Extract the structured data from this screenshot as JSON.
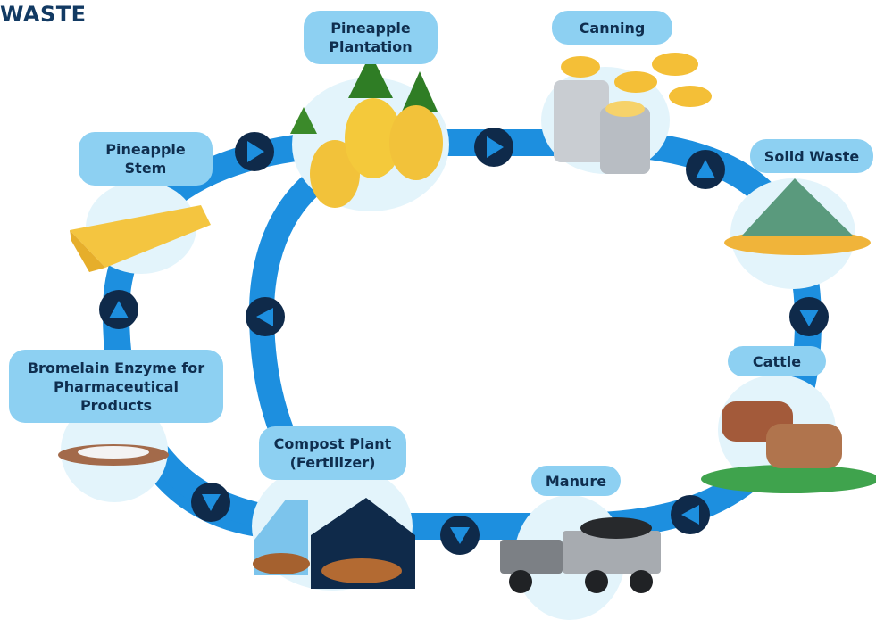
{
  "title": "WASTE",
  "colors": {
    "cycle_blue": "#1d8fdf",
    "arrow_navy": "#0f2a4a",
    "label_bg": "#8dd0f2",
    "bubble_bg": "#e3f4fb"
  },
  "nodes": [
    {
      "id": "pineapple-plantation",
      "label": "Pineapple Plantation"
    },
    {
      "id": "canning",
      "label": "Canning"
    },
    {
      "id": "solid-waste",
      "label": "Solid Waste"
    },
    {
      "id": "cattle",
      "label": "Cattle"
    },
    {
      "id": "manure",
      "label": "Manure"
    },
    {
      "id": "compost-plant",
      "label": "Compost Plant (Fertilizer)"
    },
    {
      "id": "bromelain-enzyme",
      "label": "Bromelain Enzyme for Pharmaceutical Products"
    },
    {
      "id": "pineapple-stem",
      "label": "Pineapple Stem"
    }
  ],
  "arrows": [
    {
      "from": "pineapple-stem",
      "to": "pineapple-plantation",
      "icon": "play-arrow-icon"
    },
    {
      "from": "pineapple-plantation",
      "to": "canning",
      "icon": "play-arrow-icon"
    },
    {
      "from": "canning",
      "to": "solid-waste",
      "icon": "play-arrow-icon"
    },
    {
      "from": "solid-waste",
      "to": "cattle",
      "icon": "play-arrow-icon"
    },
    {
      "from": "cattle",
      "to": "manure",
      "icon": "play-arrow-icon"
    },
    {
      "from": "manure",
      "to": "compost-plant",
      "icon": "play-arrow-icon"
    },
    {
      "from": "compost-plant",
      "to": "pineapple-plantation",
      "icon": "play-arrow-icon"
    },
    {
      "from": "bromelain-enzyme",
      "to": "compost-plant",
      "icon": "play-arrow-icon"
    },
    {
      "from": "bromelain-enzyme",
      "to": "pineapple-stem",
      "icon": "play-arrow-icon"
    }
  ]
}
